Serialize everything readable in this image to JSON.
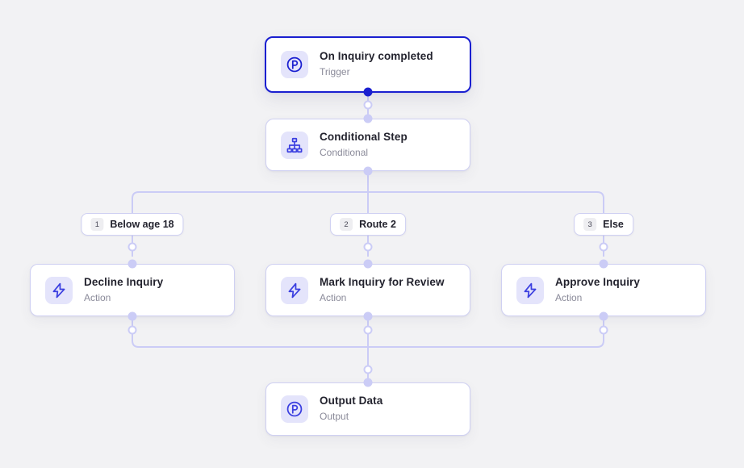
{
  "canvas": {
    "background": "#f2f2f4",
    "accent": "#1a1fd0",
    "wire_color": "#cbccf6",
    "card_border": "#cfd0f2"
  },
  "nodes": [
    {
      "id": "trigger",
      "title": "On Inquiry completed",
      "subtitle": "Trigger",
      "icon": "circle-p-icon",
      "selected": true
    },
    {
      "id": "conditional",
      "title": "Conditional Step",
      "subtitle": "Conditional",
      "icon": "org-chart-icon",
      "selected": false
    },
    {
      "id": "decline",
      "title": "Decline Inquiry",
      "subtitle": "Action",
      "icon": "lightning-bolt-icon",
      "selected": false
    },
    {
      "id": "review",
      "title": "Mark Inquiry for Review",
      "subtitle": "Action",
      "icon": "lightning-bolt-icon",
      "selected": false
    },
    {
      "id": "approve",
      "title": "Approve Inquiry",
      "subtitle": "Action",
      "icon": "lightning-bolt-icon",
      "selected": false
    },
    {
      "id": "output",
      "title": "Output Data",
      "subtitle": "Output",
      "icon": "circle-p-icon",
      "selected": false
    }
  ],
  "branches": [
    {
      "number": "1",
      "label": "Below age 18"
    },
    {
      "number": "2",
      "label": "Route 2"
    },
    {
      "number": "3",
      "label": "Else"
    }
  ]
}
